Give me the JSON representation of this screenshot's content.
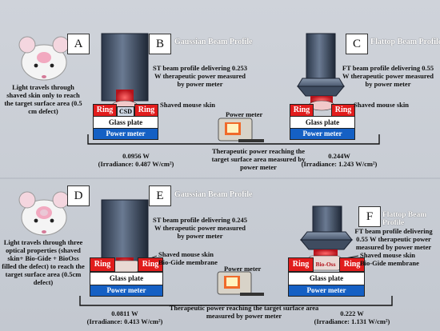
{
  "panels": {
    "A": {
      "letter": "A",
      "caption": "Light travels through shaved skin only to reach the target surface area (0.5 cm defect)"
    },
    "B": {
      "letter": "B",
      "title": "Gaussian Beam Profile",
      "delivery": "ST beam profile delivering 0.253 W therapeutic power measured by power meter",
      "skin": "Shaved mouse skin",
      "center": "CSD",
      "ring": "Ring",
      "glass": "Glass plate",
      "meter": "Power meter",
      "watts": "0.0956 W",
      "irradiance": "(Irradiance: 0.487 W/cm²)"
    },
    "C": {
      "letter": "C",
      "title": "Flattop Beam Profile",
      "delivery": "FT beam profile delivering 0.55 W therapeutic power measured by power meter",
      "skin": "Shaved mouse skin",
      "ring": "Ring",
      "glass": "Glass plate",
      "meter": "Power meter",
      "watts": "0.244W",
      "irradiance": "(Irradiance: 1.243 W/cm²)"
    },
    "D": {
      "letter": "D",
      "caption": "Light travels through three optical properties (shaved skin+ Bio-Gide + BioOss filled the defect) to reach the target surface area (0.5cm defect)"
    },
    "E": {
      "letter": "E",
      "title": "Gaussian Beam Profile",
      "delivery": "ST beam profile delivering 0.245 W therapeutic power measured by power meter",
      "skin": "Shaved mouse skin",
      "membrane": "Bio-Gide membrane",
      "ring": "Ring",
      "glass": "Glass plate",
      "meter": "Power meter",
      "watts": "0.0811 W",
      "irradiance": "(Irradiance: 0.413 W/cm²)"
    },
    "F": {
      "letter": "F",
      "title": "Flattop Beam Profile",
      "delivery": "FT beam profile delivering 0.55 W therapeutic power measured by power meter",
      "skin": "Shaved mouse skin",
      "membrane": "Bio-Gide membrane",
      "center": "Bio-Oss",
      "ring": "Ring",
      "glass": "Glass plate",
      "meter": "Power meter",
      "watts": "0.222 W",
      "irradiance": "(Irradiance: 1.131 W/cm²)"
    }
  },
  "middle_top": {
    "meter_label": "Power meter",
    "caption": "Therapeutic power reaching the target surface area measured by power meter"
  },
  "middle_bottom": {
    "meter_label": "Power meter",
    "caption": "Therapeutic power reaching the target surface area measured by power meter"
  },
  "colors": {
    "ring": "#e11c1c",
    "meter": "#1560c4",
    "beam": "#3a4a60",
    "laser": "#e0202a"
  }
}
